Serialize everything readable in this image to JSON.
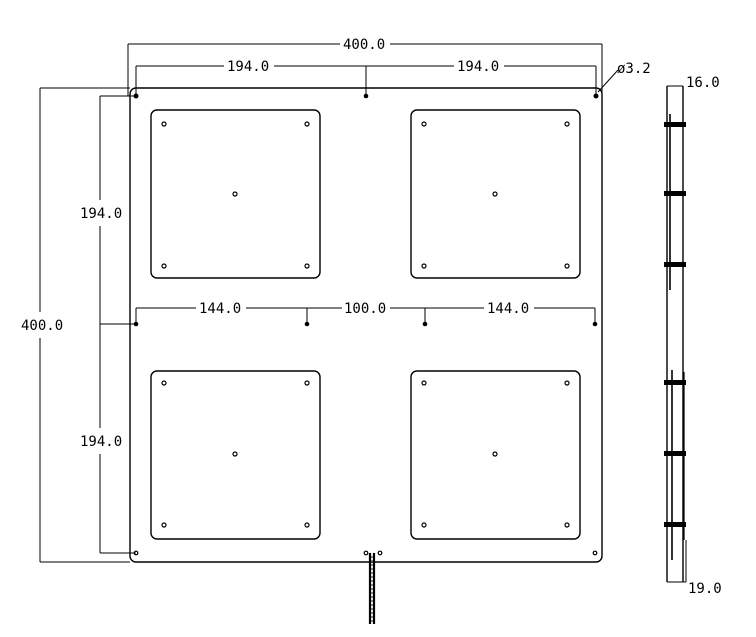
{
  "drawing": {
    "dimensions": {
      "overall_width": "400.0",
      "overall_height": "400.0",
      "top_left_span": "194.0",
      "top_right_span": "194.0",
      "hole_diameter": "ø3.2",
      "left_upper_span": "194.0",
      "left_lower_span": "194.0",
      "mid_left_span": "144.0",
      "mid_center_span": "100.0",
      "mid_right_span": "144.0",
      "side_top": "16.0",
      "side_bottom": "19.0"
    }
  }
}
